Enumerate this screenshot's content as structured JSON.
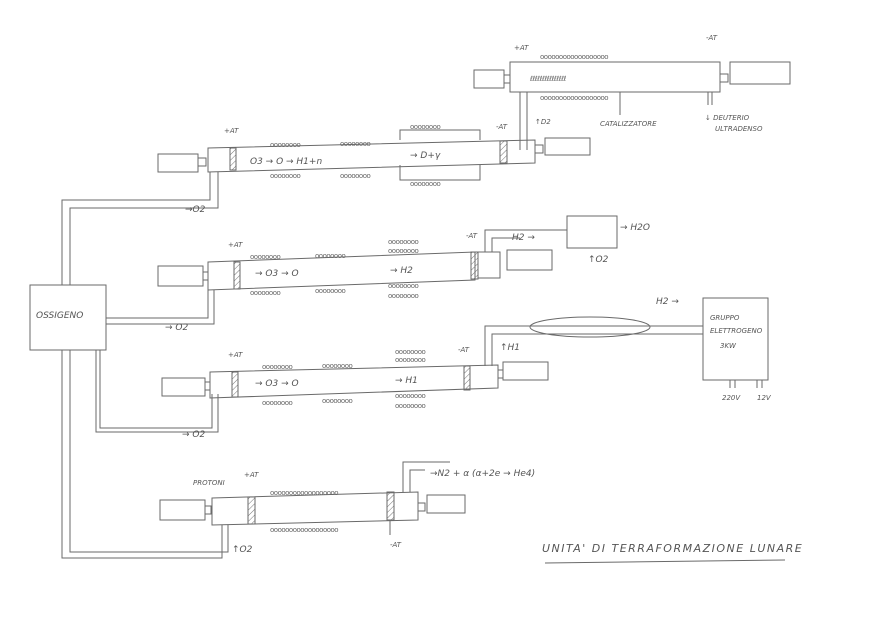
{
  "title": "UNITA' DI TERRAFORMAZIONE LUNARE",
  "oxygen_source": "OSSIGENO",
  "coil": "oooooooooooooooooo",
  "coil_short": "oooooooo",
  "coil_inner": "ℓℓℓℓℓℓℓℓℓℓℓℓℓℓℓ",
  "pos_electrode": "+AT",
  "neg_electrode": "-AT",
  "top_reactor": {
    "catalyst": "CATALIZZATORE",
    "output_line1": "↓ DEUTERIO",
    "output_line2": "ULTRADENSO",
    "input": "↑D2"
  },
  "row1": {
    "reaction": "O3  →  O   → H1+n",
    "product": "→  D+γ",
    "oxygen": "→O2"
  },
  "row2": {
    "reaction": "→ O3    →  O",
    "product": "→ H2",
    "h2": "H2 →",
    "water": "→ H2O",
    "oxygen_in": "↑O2",
    "oxygen": "→ O2"
  },
  "row3": {
    "reaction": "→ O3    →  O",
    "product": "→ H1",
    "h1": "↑H1",
    "h2": "H2 →",
    "oxygen": "→ O2"
  },
  "generator": {
    "line1": "GRUPPO",
    "line2": "ELETTROGENO",
    "power": "3KW",
    "out1": "220V",
    "out2": "12V"
  },
  "row4": {
    "protons": "PROTONI",
    "oxygen_in": "↑O2",
    "output": "→N2 + α  (α+2e → He4)"
  }
}
